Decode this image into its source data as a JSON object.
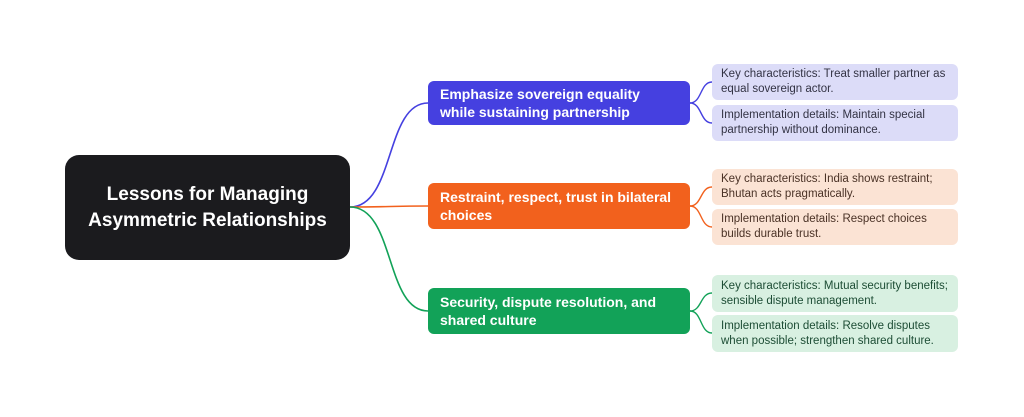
{
  "diagram": {
    "type": "mindmap",
    "background_color": "#ffffff",
    "root": {
      "label": "Lessons for Managing Asymmetric Relationships",
      "bg_color": "#1b1b1e",
      "text_color": "#ffffff"
    },
    "branches": [
      {
        "label": "Emphasize sovereign equality while sustaining partnership",
        "color": "#4540e0",
        "leaf_bg_color": "#dcdcf8",
        "leaves": [
          {
            "text": "Key characteristics: Treat smaller partner as equal sovereign actor."
          },
          {
            "text": "Implementation details: Maintain special partnership without dominance."
          }
        ]
      },
      {
        "label": "Restraint, respect, trust in bilateral choices",
        "color": "#f2611d",
        "leaf_bg_color": "#fbe3d4",
        "leaves": [
          {
            "text": "Key characteristics: India shows restraint; Bhutan acts pragmatically."
          },
          {
            "text": "Implementation details: Respect choices builds durable trust."
          }
        ]
      },
      {
        "label": "Security, dispute resolution, and shared culture",
        "color": "#12a258",
        "leaf_bg_color": "#d8f0e1",
        "leaves": [
          {
            "text": "Key characteristics: Mutual security benefits; sensible dispute management."
          },
          {
            "text": "Implementation details: Resolve disputes when possible; strengthen shared culture."
          }
        ]
      }
    ]
  }
}
